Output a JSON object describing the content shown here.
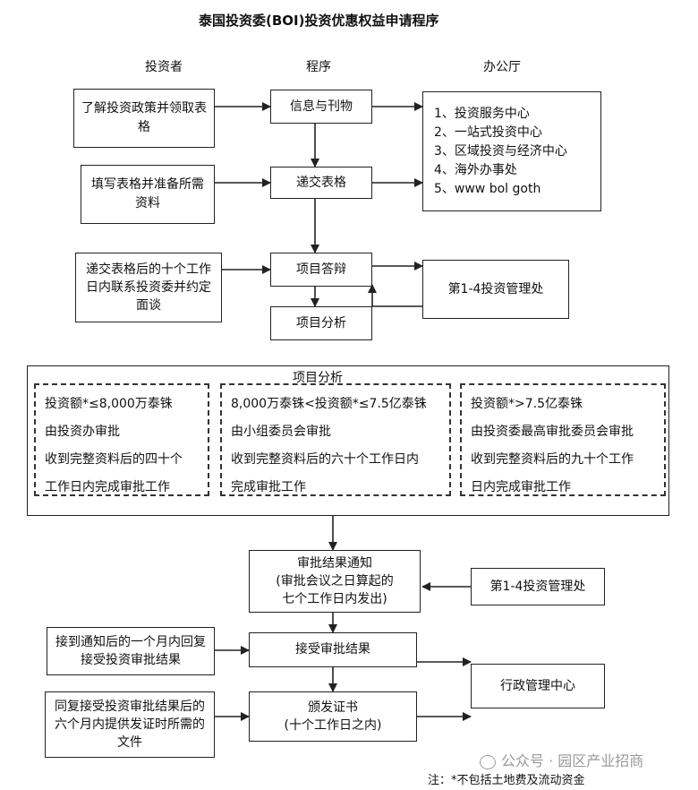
{
  "title": "泰国投资委(BOI)投资优惠权益申请程序",
  "headers": {
    "investor": "投资者",
    "procedure": "程序",
    "office": "办公厅"
  },
  "investor_steps": [
    "了解投资政策并领取表格",
    "填写表格并准备所需资料",
    "递交表格后的十个工作日内联系投资委并约定面谈"
  ],
  "procedure_steps": {
    "info": "信息与刊物",
    "submit": "递交表格",
    "defense": "项目答辩",
    "analysis": "项目分析"
  },
  "offices_list": [
    "1、投资服务中心",
    "2、一站式投资中心",
    "3、区域投资与经济中心",
    "4、海外办事处",
    "5、www bol goth"
  ],
  "mgmt_office_1": "第1-4投资管理处",
  "analysis_panel": {
    "title": "项目分析",
    "tiers": [
      {
        "lines": [
          "投资额*≤8,000万泰铢",
          "由投资办审批",
          "收到完整资料后的四十个",
          "工作日内完成审批工作"
        ]
      },
      {
        "lines": [
          "8,000万泰铢<投资额*≤7.5亿泰铢",
          "由小组委员会审批",
          "收到完整资料后的六十个工作日内",
          "完成审批工作"
        ]
      },
      {
        "lines": [
          "投资额*>7.5亿泰铢",
          "由投资委最高审批委员会审批",
          "收到完整资料后的九十个工作",
          "日内完成审批工作"
        ]
      }
    ]
  },
  "notification": {
    "title": "审批结果通知",
    "line2": "(审批会议之日算起的",
    "line3": "七个工作日内发出)"
  },
  "mgmt_office_2": "第1-4投资管理处",
  "accept": "接受审批结果",
  "accept_investor": "接到通知后的一个月内回复接受投资审批结果",
  "admin_center": "行政管理中心",
  "certificate": {
    "line1": "颁发证书",
    "line2": "(十个工作日之内)"
  },
  "certificate_investor": "同复接受投资审批结果后的六个月内提供发证时所需的文件",
  "watermark": "公众号 · 园区产业招商",
  "footnote": "注：*不包括土地费及流动资金"
}
